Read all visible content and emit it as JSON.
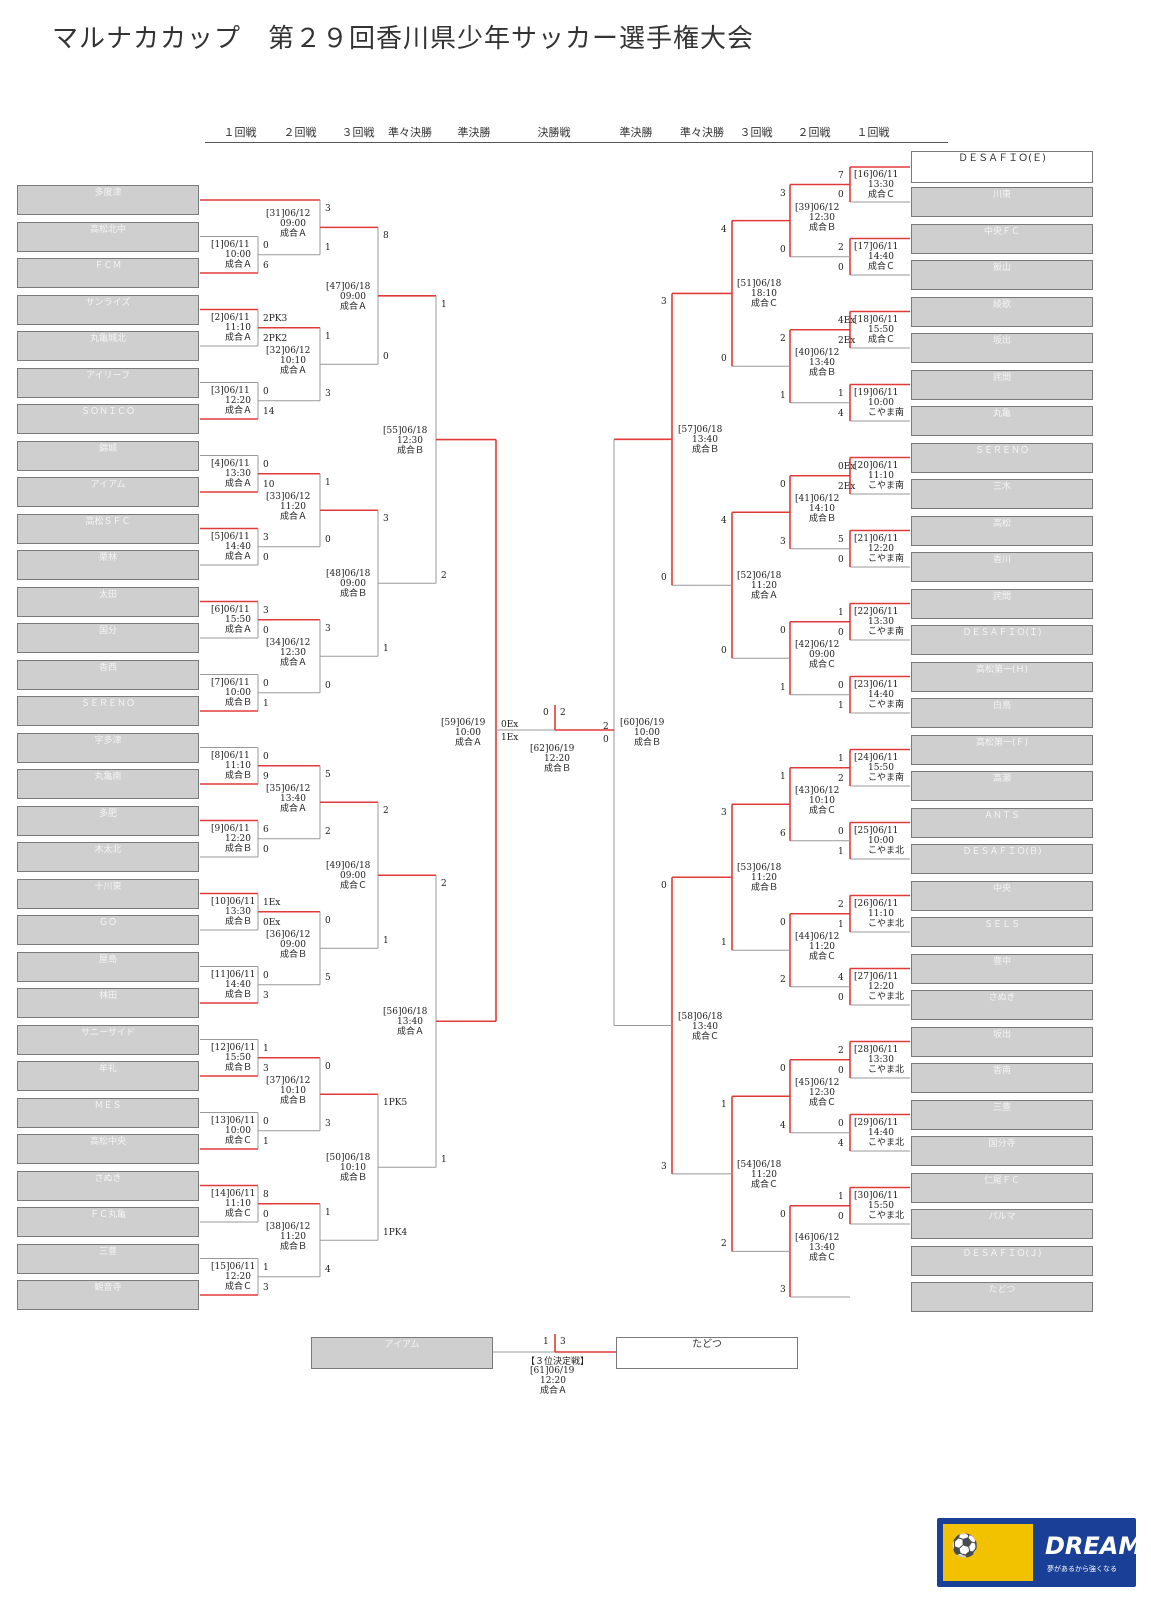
{
  "title": "マルナカカップ　第２９回香川県少年サッカー選手権大会",
  "round_headers": {
    "left": [
      "１回戦",
      "２回戦",
      "３回戦",
      "準々決勝",
      "準決勝"
    ],
    "center": "決勝戦",
    "right": [
      "準決勝",
      "準々決勝",
      "３回戦",
      "２回戦",
      "１回戦"
    ]
  },
  "left_teams": [
    "多度津",
    "高松北中",
    "ＦＣＭ",
    "サンライズ",
    "丸亀城北",
    "アイリーフ",
    "ＳＯＮＩＣＯ",
    "錦城",
    "アイアム",
    "高松ＳＦＣ",
    "栗林",
    "太田",
    "国分",
    "香西",
    "ＳＥＲＥＮＯ",
    "宇多津",
    "丸亀南",
    "多肥",
    "木太北",
    "十川東",
    "ＧＯ",
    "屋島",
    "林田",
    "サニーサイド",
    "牟礼",
    "ＭＥＳ",
    "高松中央",
    "さぬき",
    "ＦＣ丸亀",
    "三豊",
    "観音寺"
  ],
  "right_teams": [
    "ＤＥＳＡＦＩＯ(Ｅ)",
    "川東",
    "中央ＦＣ",
    "飯山",
    "綾歌",
    "坂出",
    "詫間",
    "丸亀",
    "ＳＥＲＥＮＯ",
    "三木",
    "高松",
    "香川",
    "詫間",
    "ＤＥＳＡＦＩＯ(Ｉ)",
    "高松第一(Ｈ)",
    "白鳥",
    "高松第一(Ｆ)",
    "高瀬",
    "ＡＮＴＳ",
    "ＤＥＳＡＦＩＯ(Ｂ)",
    "中央",
    "ＳＥＬＳ",
    "豊中",
    "さぬき",
    "坂出",
    "香南",
    "三豊",
    "国分寺",
    "仁尾ＦＣ",
    "パルマ",
    "ＤＥＳＡＦＩＯ(Ｊ)",
    "たどつ"
  ],
  "matches_left": [
    {
      "no": "[1]",
      "date": "06/11",
      "time": "10:00",
      "venue": "成合Ａ",
      "s1": "0",
      "s2": "6"
    },
    {
      "no": "[2]",
      "date": "06/11",
      "time": "11:10",
      "venue": "成合Ａ",
      "s1": "2PK3",
      "s2": "2PK2"
    },
    {
      "no": "[3]",
      "date": "06/11",
      "time": "12:20",
      "venue": "成合Ａ",
      "s1": "0",
      "s2": "14"
    },
    {
      "no": "[4]",
      "date": "06/11",
      "time": "13:30",
      "venue": "成合Ａ",
      "s1": "0",
      "s2": "10"
    },
    {
      "no": "[5]",
      "date": "06/11",
      "time": "14:40",
      "venue": "成合Ａ",
      "s1": "3",
      "s2": "0"
    },
    {
      "no": "[6]",
      "date": "06/11",
      "time": "15:50",
      "venue": "成合Ａ",
      "s1": "3",
      "s2": "0"
    },
    {
      "no": "[7]",
      "date": "06/11",
      "time": "10:00",
      "venue": "成合Ｂ",
      "s1": "0",
      "s2": "1"
    },
    {
      "no": "[8]",
      "date": "06/11",
      "time": "11:10",
      "venue": "成合Ｂ",
      "s1": "0",
      "s2": "9"
    },
    {
      "no": "[9]",
      "date": "06/11",
      "time": "12:20",
      "venue": "成合Ｂ",
      "s1": "6",
      "s2": "0"
    },
    {
      "no": "[10]",
      "date": "06/11",
      "time": "13:30",
      "venue": "成合Ｂ",
      "s1": "1Ex",
      "s2": "0Ex"
    },
    {
      "no": "[11]",
      "date": "06/11",
      "time": "14:40",
      "venue": "成合Ｂ",
      "s1": "0",
      "s2": "3"
    },
    {
      "no": "[12]",
      "date": "06/11",
      "time": "15:50",
      "venue": "成合Ｂ",
      "s1": "1",
      "s2": "3"
    },
    {
      "no": "[13]",
      "date": "06/11",
      "time": "10:00",
      "venue": "成合Ｃ",
      "s1": "0",
      "s2": "1"
    },
    {
      "no": "[14]",
      "date": "06/11",
      "time": "11:10",
      "venue": "成合Ｃ",
      "s1": "8",
      "s2": "0"
    },
    {
      "no": "[15]",
      "date": "06/11",
      "time": "12:20",
      "venue": "成合Ｃ",
      "s1": "1",
      "s2": "3"
    },
    {
      "no": "[31]",
      "date": "06/12",
      "time": "09:00",
      "venue": "成合Ａ",
      "s1": "3",
      "s2": "1"
    },
    {
      "no": "[32]",
      "date": "06/12",
      "time": "10:10",
      "venue": "成合Ａ",
      "s1": "1",
      "s2": "3"
    },
    {
      "no": "[33]",
      "date": "06/12",
      "time": "11:20",
      "venue": "成合Ａ",
      "s1": "1",
      "s2": "0"
    },
    {
      "no": "[34]",
      "date": "06/12",
      "time": "12:30",
      "venue": "成合Ａ",
      "s1": "3",
      "s2": "0"
    },
    {
      "no": "[35]",
      "date": "06/12",
      "time": "13:40",
      "venue": "成合Ａ",
      "s1": "5",
      "s2": "2"
    },
    {
      "no": "[36]",
      "date": "06/12",
      "time": "09:00",
      "venue": "成合Ｂ",
      "s1": "0",
      "s2": "5"
    },
    {
      "no": "[37]",
      "date": "06/12",
      "time": "10:10",
      "venue": "成合Ｂ",
      "s1": "0",
      "s2": "3"
    },
    {
      "no": "[38]",
      "date": "06/12",
      "time": "11:20",
      "venue": "成合Ｂ",
      "s1": "1",
      "s2": "4"
    },
    {
      "no": "[47]",
      "date": "06/18",
      "time": "09:00",
      "venue": "成合Ａ",
      "s1": "8",
      "s2": "0"
    },
    {
      "no": "[48]",
      "date": "06/18",
      "time": "09:00",
      "venue": "成合Ｂ",
      "s1": "3",
      "s2": "1"
    },
    {
      "no": "[49]",
      "date": "06/18",
      "time": "09:00",
      "venue": "成合Ｃ",
      "s1": "2",
      "s2": "1"
    },
    {
      "no": "[50]",
      "date": "06/18",
      "time": "10:10",
      "venue": "成合Ｂ",
      "s1": "1PK5",
      "s2": "1PK4"
    },
    {
      "no": "[55]",
      "date": "06/18",
      "time": "12:30",
      "venue": "成合Ｂ",
      "s1": "1",
      "s2": "2"
    },
    {
      "no": "[56]",
      "date": "06/18",
      "time": "13:40",
      "venue": "成合Ａ",
      "s1": "2",
      "s2": "1"
    },
    {
      "no": "[59]",
      "date": "06/19",
      "time": "10:00",
      "venue": "成合Ａ",
      "s1": "0Ex",
      "s2": "1Ex"
    }
  ],
  "matches_right": [
    {
      "no": "[16]",
      "date": "06/11",
      "time": "13:30",
      "venue": "成合Ｃ",
      "s1": "7",
      "s2": "0"
    },
    {
      "no": "[17]",
      "date": "06/11",
      "time": "14:40",
      "venue": "成合Ｃ",
      "s1": "2",
      "s2": "0"
    },
    {
      "no": "[18]",
      "date": "06/11",
      "time": "15:50",
      "venue": "成合Ｃ",
      "s1": "4Ex",
      "s2": "2Ex"
    },
    {
      "no": "[19]",
      "date": "06/11",
      "time": "10:00",
      "venue": "こやま南",
      "s1": "1",
      "s2": "4"
    },
    {
      "no": "[20]",
      "date": "06/11",
      "time": "11:10",
      "venue": "こやま南",
      "s1": "0Ex",
      "s2": "2Ex"
    },
    {
      "no": "[21]",
      "date": "06/11",
      "time": "12:20",
      "venue": "こやま南",
      "s1": "5",
      "s2": "0"
    },
    {
      "no": "[22]",
      "date": "06/11",
      "time": "13:30",
      "venue": "こやま南",
      "s1": "1",
      "s2": "0"
    },
    {
      "no": "[23]",
      "date": "06/11",
      "time": "14:40",
      "venue": "こやま南",
      "s1": "0",
      "s2": "1"
    },
    {
      "no": "[24]",
      "date": "06/11",
      "time": "15:50",
      "venue": "こやま南",
      "s1": "1",
      "s2": "2"
    },
    {
      "no": "[25]",
      "date": "06/11",
      "time": "10:00",
      "venue": "こやま北",
      "s1": "0",
      "s2": "1"
    },
    {
      "no": "[26]",
      "date": "06/11",
      "time": "11:10",
      "venue": "こやま北",
      "s1": "2",
      "s2": "1"
    },
    {
      "no": "[27]",
      "date": "06/11",
      "time": "12:20",
      "venue": "こやま北",
      "s1": "4",
      "s2": "0"
    },
    {
      "no": "[28]",
      "date": "06/11",
      "time": "13:30",
      "venue": "こやま北",
      "s1": "2",
      "s2": "0"
    },
    {
      "no": "[29]",
      "date": "06/11",
      "time": "14:40",
      "venue": "こやま北",
      "s1": "0",
      "s2": "4"
    },
    {
      "no": "[30]",
      "date": "06/11",
      "time": "15:50",
      "venue": "こやま北",
      "s1": "1",
      "s2": "0"
    },
    {
      "no": "[39]",
      "date": "06/12",
      "time": "12:30",
      "venue": "成合Ｂ",
      "s1": "3",
      "s2": "0"
    },
    {
      "no": "[40]",
      "date": "06/12",
      "time": "13:40",
      "venue": "成合Ｂ",
      "s1": "2",
      "s2": "1"
    },
    {
      "no": "[41]",
      "date": "06/12",
      "time": "14:10",
      "venue": "成合Ｂ",
      "s1": "0",
      "s2": "3"
    },
    {
      "no": "[42]",
      "date": "06/12",
      "time": "09:00",
      "venue": "成合Ｃ",
      "s1": "0",
      "s2": "1"
    },
    {
      "no": "[43]",
      "date": "06/12",
      "time": "10:10",
      "venue": "成合Ｃ",
      "s1": "1",
      "s2": "6"
    },
    {
      "no": "[44]",
      "date": "06/12",
      "time": "11:20",
      "venue": "成合Ｃ",
      "s1": "0",
      "s2": "2"
    },
    {
      "no": "[45]",
      "date": "06/12",
      "time": "12:30",
      "venue": "成合Ｃ",
      "s1": "0",
      "s2": "4"
    },
    {
      "no": "[46]",
      "date": "06/12",
      "time": "13:40",
      "venue": "成合Ｃ",
      "s1": "0",
      "s2": "3"
    },
    {
      "no": "[51]",
      "date": "06/18",
      "time": "18:10",
      "venue": "成合Ｃ",
      "s1": "4",
      "s2": "0"
    },
    {
      "no": "[52]",
      "date": "06/18",
      "time": "11:20",
      "venue": "成合Ａ",
      "s1": "4",
      "s2": "0"
    },
    {
      "no": "[53]",
      "date": "06/18",
      "time": "11:20",
      "venue": "成合Ｂ",
      "s1": "3",
      "s2": "1"
    },
    {
      "no": "[54]",
      "date": "06/18",
      "time": "11:20",
      "venue": "成合Ｃ",
      "s1": "1",
      "s2": "2"
    },
    {
      "no": "[57]",
      "date": "06/18",
      "time": "13:40",
      "venue": "成合Ｂ",
      "s1": "3",
      "s2": "0"
    },
    {
      "no": "[58]",
      "date": "06/18",
      "time": "13:40",
      "venue": "成合Ｃ",
      "s1": "0",
      "s2": "3"
    },
    {
      "no": "[60]",
      "date": "06/19",
      "time": "10:00",
      "venue": "成合Ｂ",
      "s1": "2",
      "s2": "0"
    }
  ],
  "final": {
    "no": "[62]",
    "date": "06/19",
    "time": "12:20",
    "venue": "成合Ｂ",
    "s1": "0",
    "s2": "2"
  },
  "third_place": {
    "label": "【３位決定戦】",
    "no": "[61]",
    "date": "06/19",
    "time": "12:20",
    "venue": "成合Ａ",
    "s1": "1",
    "s2": "3",
    "team_left": "アイアム",
    "team_right": "たどつ"
  },
  "logo": {
    "dream": "DREAM",
    "tagline": "夢があるから強くなる"
  },
  "colors": {
    "winner_line": "#e23a3a",
    "loser_line": "#999999",
    "team_box": "#cfcfcf"
  }
}
